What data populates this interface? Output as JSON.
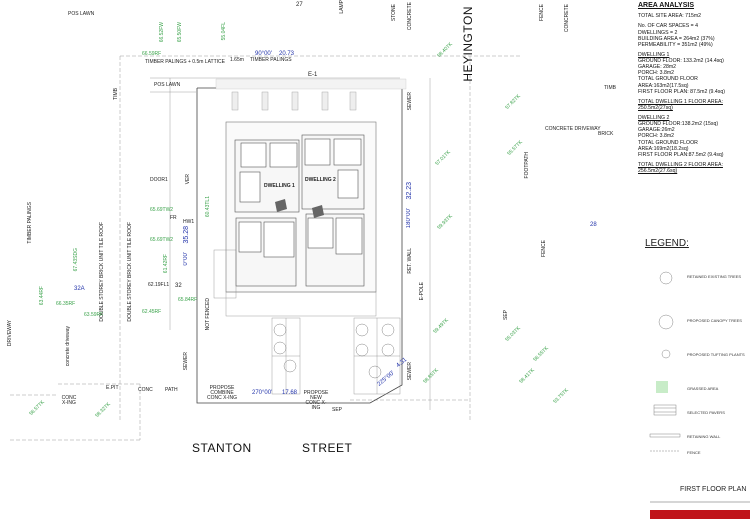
{
  "analysis": {
    "title": "AREA ANALYSIS",
    "lines": [
      {
        "text": "TOTAL SITE AREA: 715m2",
        "u": false
      },
      {
        "text": "",
        "u": false
      },
      {
        "text": "No. OF CAR SPACES = 4",
        "u": false
      },
      {
        "text": "DWELLINGS = 2",
        "u": false
      },
      {
        "text": "BUILDING AREA = 264m2 (37%)",
        "u": false
      },
      {
        "text": "PERMEABILITY = 351m2 (49%)",
        "u": false
      },
      {
        "text": "",
        "u": false
      },
      {
        "text": "DWELLING 1",
        "u": true
      },
      {
        "text": "GROUND FLOOR: 133.2m2 (14.4sq)",
        "u": false
      },
      {
        "text": "GARAGE: 28m2",
        "u": false
      },
      {
        "text": "PORCH: 3.8m2",
        "u": false
      },
      {
        "text": "TOTAL GROUND FLOOR",
        "u": false
      },
      {
        "text": "AREA:163m2(17.5sq)",
        "u": false
      },
      {
        "text": "FIRST FLOOR PLAN: 87.5m2 (9.4sq)",
        "u": false
      },
      {
        "text": "",
        "u": false
      },
      {
        "text": "TOTAL DWELLING 1 FLOOR AREA:",
        "u": true
      },
      {
        "text": "250.5m2(27sq)",
        "u": true
      },
      {
        "text": "",
        "u": false
      },
      {
        "text": "DWELLING 2",
        "u": true
      },
      {
        "text": "GROUND FLOOR:138.2m2 (15sq)",
        "u": false
      },
      {
        "text": "GARAGE:26m2",
        "u": false
      },
      {
        "text": "PORCH: 3.8m2",
        "u": false
      },
      {
        "text": "TOTAL GROUND FLOOR",
        "u": false
      },
      {
        "text": "AREA:169m2(18.2sq)",
        "u": false
      },
      {
        "text": "FIRST FLOOR PLAN:87.5m2 (9.4sq)",
        "u": false
      },
      {
        "text": "",
        "u": false
      },
      {
        "text": "TOTAL DWELLING 2 FLOOR AREA:",
        "u": true
      },
      {
        "text": "256.5m2(27.6sq)",
        "u": true
      }
    ]
  },
  "legend": {
    "title": "LEGEND:",
    "items": [
      "RETAINED EXISTING TREES",
      "PROPOSED CANOPY TREES",
      "PROPOSED TUFTING PLANTS",
      "GRASSED AREA",
      "SELECTED PAVERS",
      "RETAINING WALL",
      "FENCE"
    ]
  },
  "streets": {
    "south": "STANTON STREET",
    "south_a": "STANTON",
    "south_b": "STREET",
    "east": "HEYINGTON"
  },
  "plan_title": "FIRST FLOOR PLAN",
  "dwellings": {
    "d1": "DWELLING 1",
    "d2": "DWELLING 2"
  },
  "labels": {
    "pos_lawn": "POS   LAWN",
    "lot27": "27",
    "lot28": "28",
    "lot32": "32",
    "lot32a": "32A",
    "lamp": "LAMP",
    "stone": "STONE",
    "concrete": "CONCRETE",
    "fence": "FENCE",
    "timber_palings": "TIMBER PALINGS",
    "timber_palings_long": "TIMBER PALINGS + 0.5m LATTICE",
    "dim_top_bearing": "90°00'",
    "dim_top": "20.73",
    "dim_top_mat": "TIMBER   PALINGS",
    "e1": "E-1",
    "dim_1_65": "1.65m",
    "dim_right": "32.23",
    "bearing_right": "180°00'",
    "dim_left": "35.28",
    "bearing_left": "0°00'",
    "bearing_bottom": "270°00'",
    "dim_bottom": "17.68",
    "bearing_diag": "225°00'",
    "dim_diag": "4.31",
    "brick": "BRICK",
    "timb": "TIMB",
    "conc_drive": "CONCRETE DRIVEWAY",
    "footpath": "FOOTPATH",
    "driveway": "DRIVEWAY",
    "sewer": "SEWER",
    "sep": "SEP",
    "path": "PATH",
    "conc": "CONC",
    "e_pit": "E.PIT",
    "e_pole": "E-POLE",
    "ret_wall": "RET. WALL",
    "hw1": "HW1",
    "fr": "FR",
    "door1": "DOOR1",
    "verandah": "VER",
    "ds_brick": "DOUBLE STOREY BRICK UNIT TILE ROOF",
    "propose_combine": "PROPOSE COMBINE CONC X-ING",
    "propose_new": "PROPOSE NEW CONC X-ING",
    "conc_xing": "CONC X-ING",
    "not_fenced": "NOT FENCED",
    "concrete_driveway": "concrete driveway"
  },
  "spot_levels": [
    "66.59RF",
    "66.52FW",
    "65.50FW",
    "55.04FL",
    "65.69TW2",
    "65.69TW2",
    "67.43SDG",
    "63.44RF",
    "66.35RF",
    "63.59RF",
    "62.45RF",
    "62.19FL1",
    "61.42RF",
    "65.84RF",
    "60.43TL1",
    "58.40TK",
    "57.01TK",
    "59.93TK",
    "59.49TK",
    "58.85TK",
    "55.03TK",
    "56.55TK",
    "57.82TK",
    "55.57TK",
    "58.41TK",
    "53.75TK",
    "56.57TK",
    "58.32TK"
  ],
  "colors": {
    "tree_green": "#3aa24a",
    "dim_blue": "#2233aa",
    "title_red": "#c0141a",
    "grass": "#c8ecc8"
  }
}
